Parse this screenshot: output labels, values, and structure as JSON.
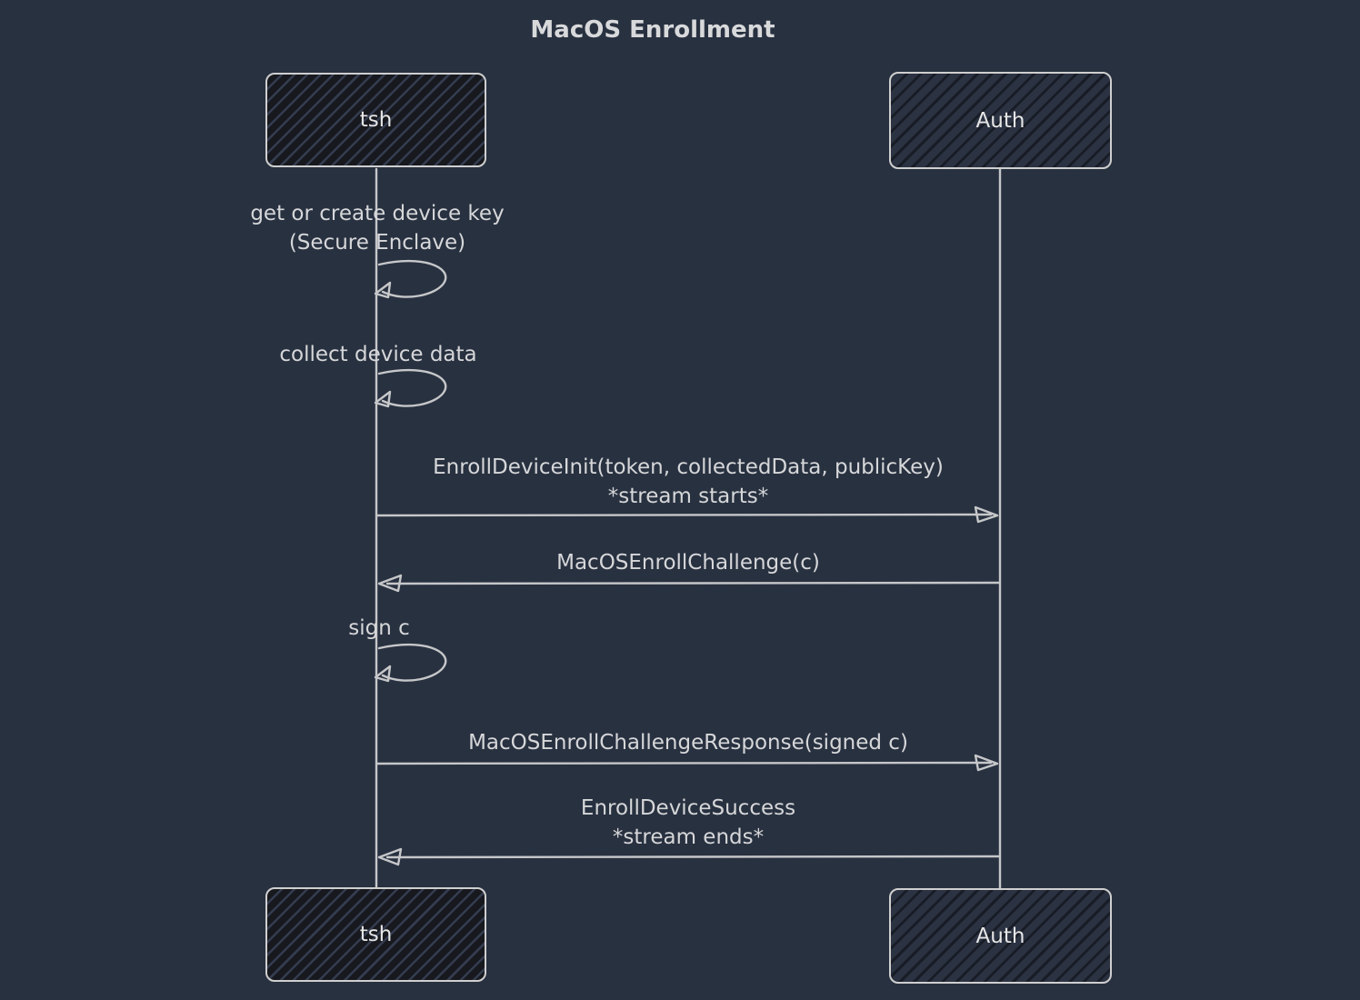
{
  "title": "MacOS Enrollment",
  "colors": {
    "background": "#283140",
    "text": "#d6d7d9",
    "line": "#c9c9c9",
    "actor_border": "#cfcfcf"
  },
  "actors": {
    "tsh": {
      "label": "tsh"
    },
    "auth": {
      "label": "Auth"
    }
  },
  "sequence": {
    "self_messages": [
      {
        "actor": "tsh",
        "lines": [
          "get or create device key",
          "(Secure Enclave)"
        ]
      },
      {
        "actor": "tsh",
        "lines": [
          "collect device data"
        ]
      },
      {
        "actor": "tsh",
        "lines": [
          "sign c"
        ]
      }
    ],
    "messages": [
      {
        "from": "tsh",
        "to": "Auth",
        "direction": "right",
        "lines": [
          "EnrollDeviceInit(token, collectedData, publicKey)",
          "*stream starts*"
        ]
      },
      {
        "from": "Auth",
        "to": "tsh",
        "direction": "left",
        "lines": [
          "MacOSEnrollChallenge(c)"
        ]
      },
      {
        "from": "tsh",
        "to": "Auth",
        "direction": "right",
        "lines": [
          "MacOSEnrollChallengeResponse(signed c)"
        ]
      },
      {
        "from": "Auth",
        "to": "tsh",
        "direction": "left",
        "lines": [
          "EnrollDeviceSuccess",
          "*stream ends*"
        ]
      }
    ]
  }
}
